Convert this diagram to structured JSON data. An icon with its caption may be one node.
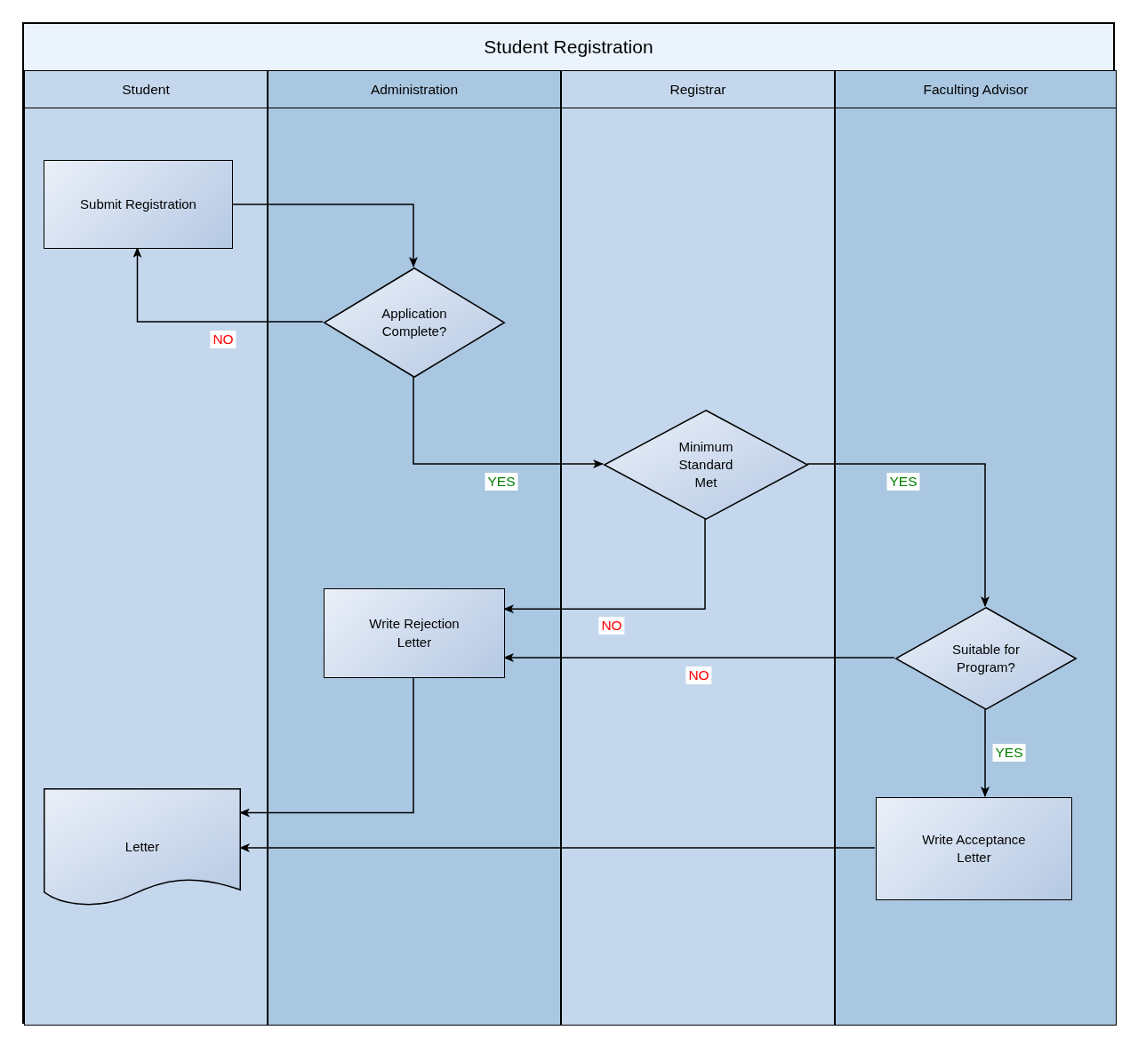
{
  "diagram": {
    "nodes": [
      {
        "text": [
          "Student Registration"
        ]
      },
      {
        "text": [
          "Student"
        ],
        "in": 0
      },
      {
        "text": [
          "Administration"
        ],
        "in": 0
      },
      {
        "text": [
          "Registrar"
        ],
        "in": 0
      },
      {
        "text": [
          "Faculting Advisor"
        ],
        "in": 0
      },
      {
        "text": [
          "Submit Registration"
        ],
        "in": 1
      },
      {
        "text": [
          "Application Complete?"
        ],
        "in": 2
      },
      {
        "text": [
          "Minimum Standard Met"
        ],
        "in": 3
      },
      {
        "text": [
          "Write Rejection Letter"
        ],
        "in": 2
      },
      {
        "text": [
          "Suitable for Program?"
        ],
        "in": 4
      },
      {
        "text": [
          "Letter"
        ],
        "in": 1
      },
      {
        "text": [
          "Write Acceptance Letter"
        ],
        "in": 4
      }
    ],
    "edges": [
      {
        "from": 5,
        "to": 6,
        "arrow": "to"
      },
      {
        "from": 6,
        "to": 5,
        "arrow": "to",
        "label": "NO"
      },
      {
        "from": 6,
        "to": 7,
        "arrow": "to",
        "label": "YES"
      },
      {
        "from": 7,
        "to": 9,
        "arrow": "to",
        "label": "YES"
      },
      {
        "from": 7,
        "to": 8,
        "arrow": "to",
        "label": "NO"
      },
      {
        "from": 9,
        "to": 8,
        "arrow": "to",
        "label": "NO"
      },
      {
        "from": 9,
        "to": 11,
        "arrow": "to",
        "label": "YES"
      },
      {
        "from": 8,
        "to": 10,
        "arrow": "to"
      },
      {
        "from": 11,
        "to": 10,
        "arrow": "to"
      }
    ]
  }
}
